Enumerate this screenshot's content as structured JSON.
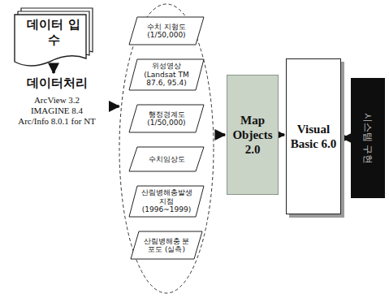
{
  "diagram": {
    "nodes": [
      {
        "text": [
          "데이터 입수"
        ]
      },
      {
        "text": [
          "데이터처리",
          "ArcView 3.2",
          "IMAGINE 8.4",
          "Arc/Info 8.0.1 for NT"
        ]
      },
      {
        "text": []
      },
      {
        "text": [
          "수치 지형도 (1/50,000)"
        ],
        "in": 2
      },
      {
        "text": [
          "위성영상 (Landsat TM 87.6, 95.4)"
        ],
        "in": 2
      },
      {
        "text": [
          "행정경계도 (1/50,000)"
        ],
        "in": 2
      },
      {
        "text": [
          "수치임상도"
        ],
        "in": 2
      },
      {
        "text": [
          "산림병해충발생지점 (1996~1999)"
        ],
        "in": 2
      },
      {
        "text": [
          "산림병해충 분포도 (실측)"
        ],
        "in": 2
      },
      {
        "text": [
          "Map Objects 2.0"
        ]
      },
      {
        "text": [
          "Visual Basic 6.0"
        ]
      },
      {
        "text": [
          "시스템 구현"
        ]
      }
    ],
    "edges": [
      {
        "from": 0,
        "to": 1,
        "arrow": "to"
      },
      {
        "from": 1,
        "to": 2,
        "arrow": "to"
      },
      {
        "from": 2,
        "to": 9,
        "arrow": "to"
      },
      {
        "from": 9,
        "to": 10,
        "arrow": "to"
      },
      {
        "from": 10,
        "to": 11,
        "arrow": "both"
      }
    ]
  }
}
